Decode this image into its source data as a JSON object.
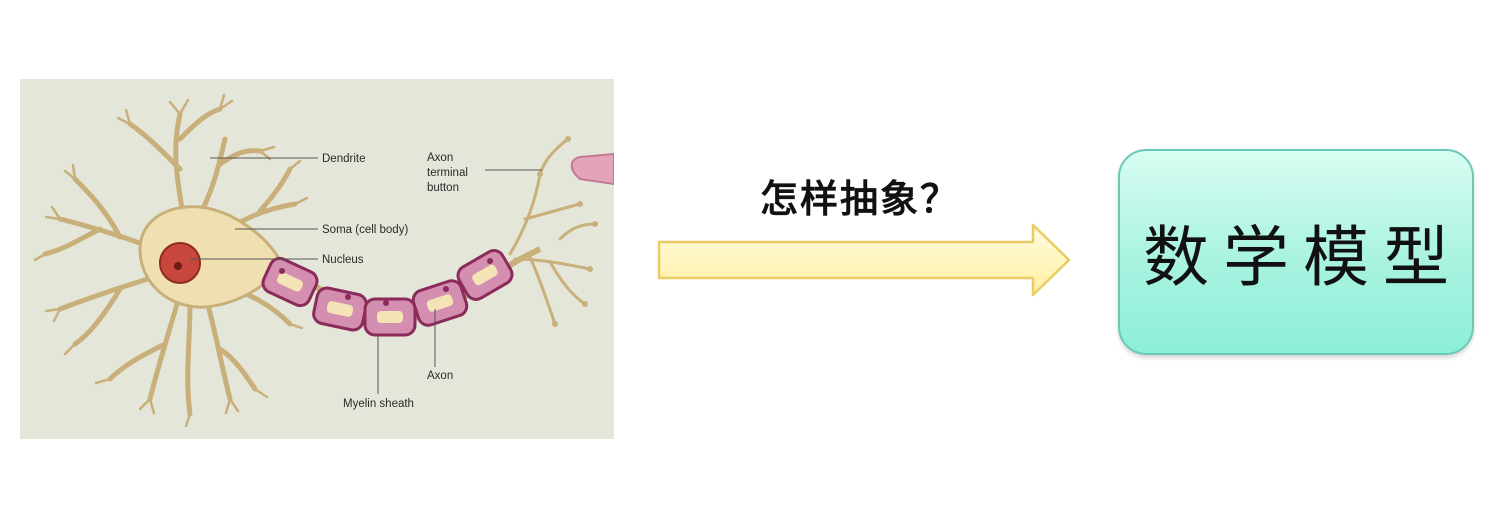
{
  "neuron": {
    "labels": {
      "dendrite": "Dendrite",
      "soma": "Soma (cell body)",
      "nucleus": "Nucleus",
      "axon_terminal_1": "Axon",
      "axon_terminal_2": "terminal",
      "axon_terminal_3": "button",
      "axon": "Axon",
      "myelin": "Myelin sheath"
    }
  },
  "question": "怎样抽象？",
  "model_box": {
    "text": "数学模型"
  },
  "colors": {
    "panel_bg": "#e5e6da",
    "cell_body": "#f0dfb0",
    "cell_outline": "#c9b07a",
    "nucleus": "#c8473c",
    "myelin": "#d48fb0",
    "myelin_outline": "#8a2b5a",
    "arrow_fill": "#fff6b8",
    "arrow_outline": "#e9cc63",
    "model_box": "#a8f3e0"
  }
}
